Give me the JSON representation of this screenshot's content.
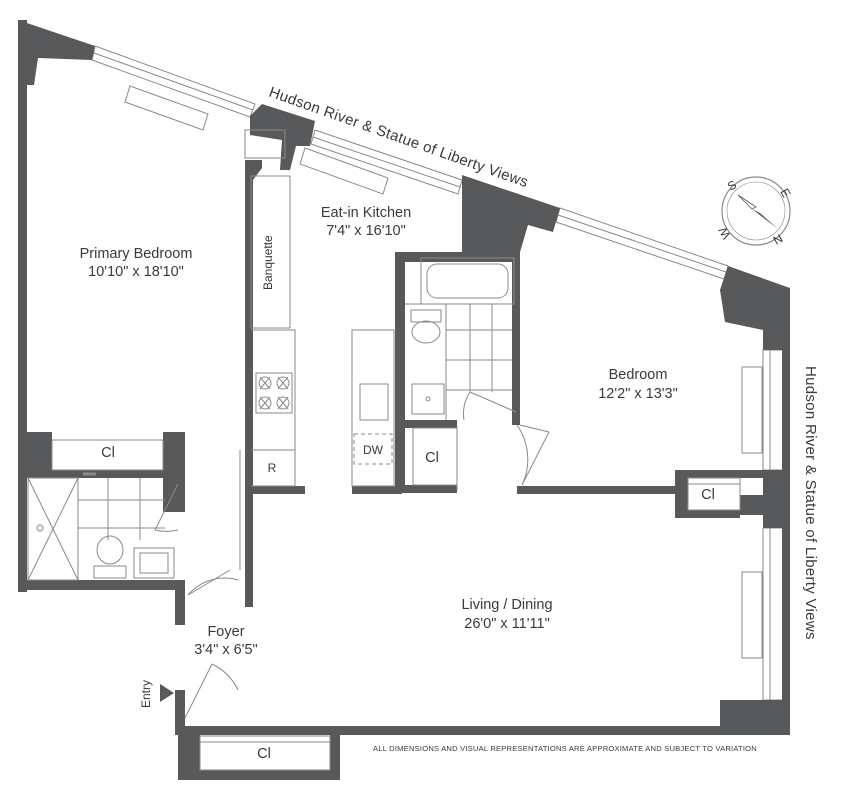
{
  "plan": {
    "views_north": "Hudson River & Statue of Liberty Views",
    "views_east": "Hudson River & Statue of Liberty Views",
    "disclaimer": "ALL DIMENSIONS AND VISUAL REPRESENTATIONS ARE APPROXIMATE AND SUBJECT TO VARIATION",
    "rooms": {
      "primary_bedroom": {
        "name": "Primary Bedroom",
        "dims": "10'10\" x 18'10\""
      },
      "kitchen": {
        "name": "Eat-in Kitchen",
        "dims": "7'4\" x 16'10\""
      },
      "bedroom": {
        "name": "Bedroom",
        "dims": "12'2\" x 13'3\""
      },
      "living": {
        "name": "Living / Dining",
        "dims": "26'0\" x 11'11\""
      },
      "foyer": {
        "name": "Foyer",
        "dims": "3'4\" x 6'5\""
      }
    },
    "labels": {
      "closet_primary": "Cl",
      "closet_hall": "Cl",
      "closet_bedroom": "Cl",
      "closet_entry": "Cl",
      "banquette": "Banquette",
      "dishwasher": "DW",
      "refrigerator": "R",
      "entry": "Entry"
    },
    "compass": {
      "s": "S",
      "e": "E",
      "n": "N",
      "w": "W"
    },
    "colors": {
      "wall": "#58595b",
      "line": "#8a8a8a",
      "text": "#3a3a3a"
    }
  }
}
